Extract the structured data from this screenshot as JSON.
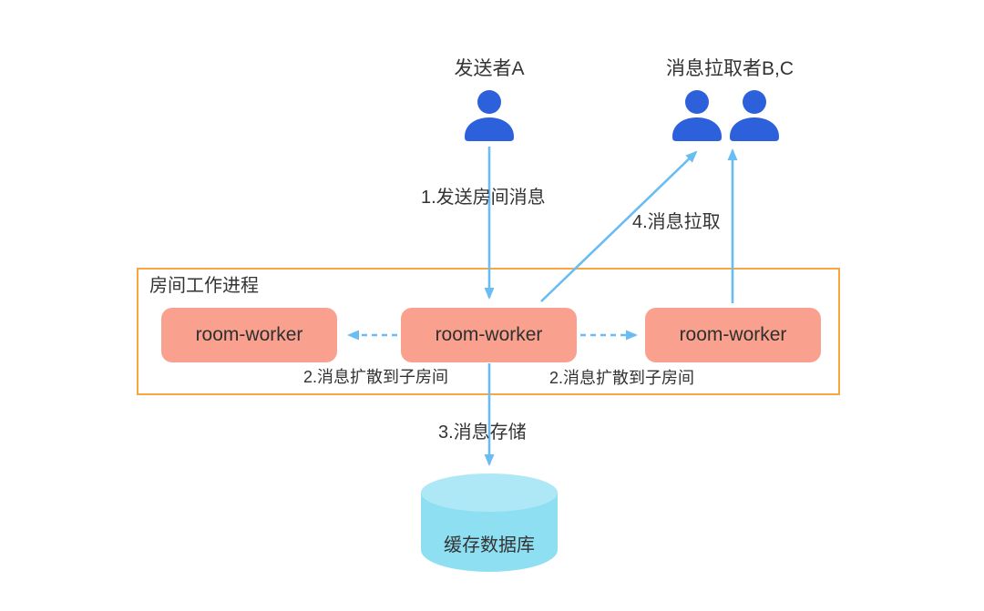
{
  "diagram": {
    "sender": {
      "label": "发送者A"
    },
    "pullers": {
      "label": "消息拉取者B,C"
    },
    "container": {
      "title": "房间工作进程"
    },
    "workers": [
      {
        "label": "room-worker"
      },
      {
        "label": "room-worker"
      },
      {
        "label": "room-worker"
      }
    ],
    "steps": {
      "step1": "1.发送房间消息",
      "step2_left": "2.消息扩散到子房间",
      "step2_right": "2.消息扩散到子房间",
      "step3": "3.消息存储",
      "step4": "4.消息拉取"
    },
    "database": {
      "label": "缓存数据库"
    },
    "colors": {
      "person_blue": "#2c61db",
      "arrow_blue": "#69bdf2",
      "worker_fill": "#f9a18e",
      "container_border": "#f7a640",
      "cylinder_body": "#8edff2",
      "cylinder_top": "#aee8f6",
      "text": "#333333"
    }
  }
}
